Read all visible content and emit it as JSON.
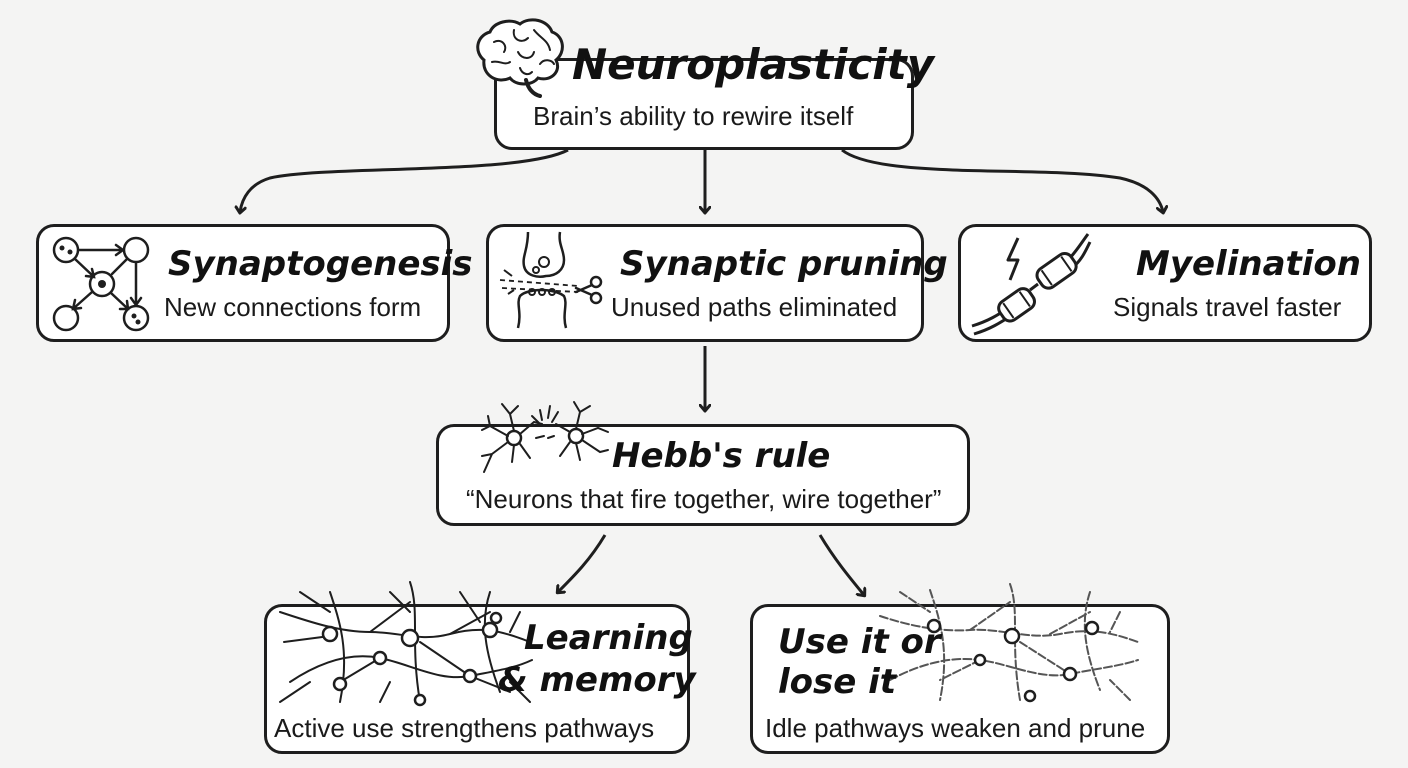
{
  "root": {
    "title": "Neuroplasticity",
    "subtitle": "Brain’s ability to rewire itself",
    "icon": "brain-icon"
  },
  "mechanisms": [
    {
      "title": "Synaptogenesis",
      "subtitle": "New connections form",
      "icon": "network-nodes-icon"
    },
    {
      "title": "Synaptic pruning",
      "subtitle": "Unused paths eliminated",
      "icon": "synapse-scissors-icon"
    },
    {
      "title": "Myelination",
      "subtitle": "Signals travel faster",
      "icon": "myelinated-axon-icon"
    }
  ],
  "hebb": {
    "title": "Hebb's rule",
    "quote": "“Neurons that fire together, wire together”",
    "icon": "firing-neurons-icon"
  },
  "outcomes": [
    {
      "title_line1": "Learning",
      "title_line2": "& memory",
      "subtitle": "Active use strengthens pathways",
      "icon": "dense-neural-network-icon"
    },
    {
      "title_line1": "Use it or",
      "title_line2": "lose it",
      "subtitle": "Idle pathways weaken and prune",
      "icon": "fading-neural-network-icon"
    }
  ],
  "colors": {
    "background": "#f4f4f3",
    "box": "#ffffff",
    "ink": "#1e1e1e"
  }
}
